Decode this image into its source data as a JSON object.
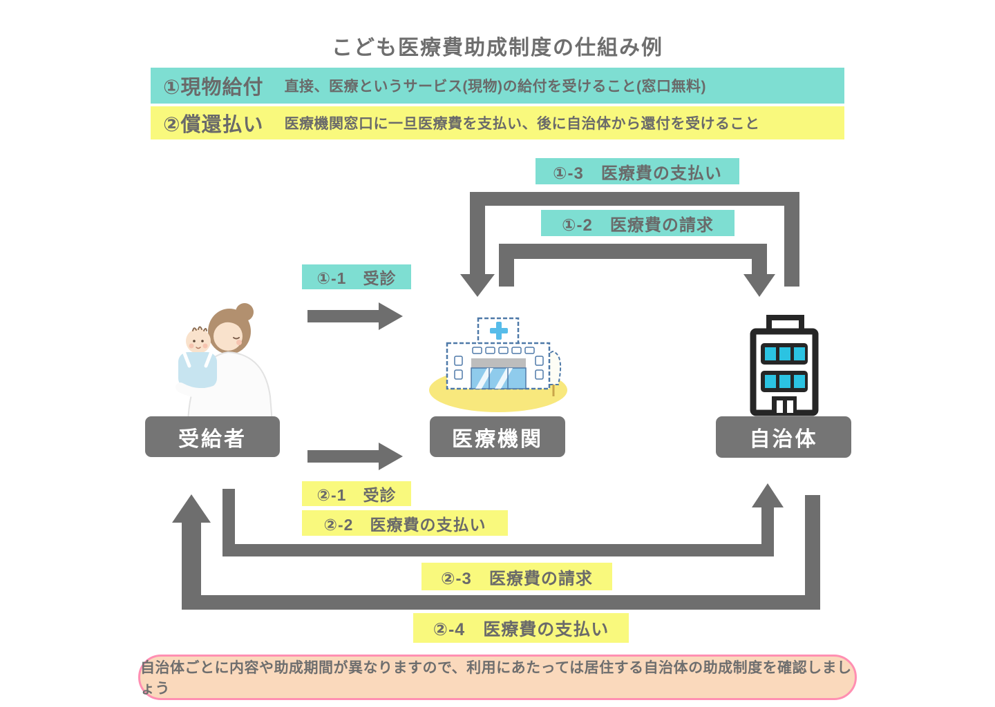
{
  "page": {
    "title": "こども医療費助成制度の仕組み例"
  },
  "legend": {
    "item1": {
      "term": "①現物給付",
      "description": "直接、医療というサービス(現物)の給付を受けること(窓口無料)"
    },
    "item2": {
      "term": "②償還払い",
      "description": "医療機関窓口に一旦医療費を支払い、後に自治体から還付を受けること"
    }
  },
  "entities": {
    "recipient": "受給者",
    "medical_institution": "医療機関",
    "municipality": "自治体"
  },
  "flow_labels": {
    "s1_1": "①-1　受診",
    "s1_2": "①-2　医療費の請求",
    "s1_3": "①-3　医療費の支払い",
    "s2_1": "②-1　受診",
    "s2_2": "②-2　医療費の支払い",
    "s2_3": "②-3　医療費の請求",
    "s2_4": "②-4　医療費の支払い"
  },
  "note": "自治体ごとに内容や助成期間が異なりますので、利用にあたっては居住する自治体の助成制度を確認しましょう",
  "illustrations": {
    "recipient": "mother-holding-child",
    "medical_institution": "hospital-building",
    "municipality": "office-building"
  },
  "colors": {
    "teal": "#7eded2",
    "yellow": "#f9f97d",
    "arrow_gray": "#6e6e6e",
    "entity_gray": "#757575",
    "note_bg": "#fad9bc",
    "note_border": "#ff8fb2",
    "window_cyan": "#2bc3e2",
    "text_gray": "#6a6a6a"
  }
}
